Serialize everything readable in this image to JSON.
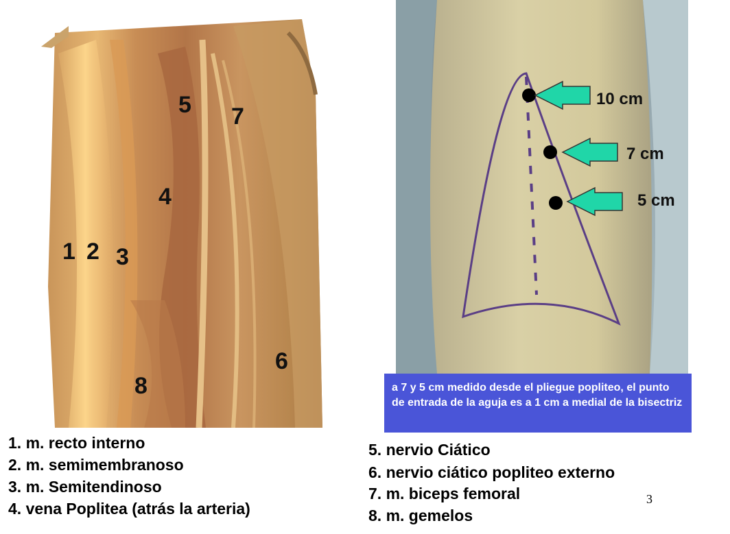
{
  "anatomy_labels": [
    "1",
    "2",
    "3",
    "4",
    "5",
    "6",
    "7",
    "8"
  ],
  "distance_labels": [
    "10 cm",
    "7 cm",
    "5 cm"
  ],
  "note": "a 7 y 5 cm medido desde el pliegue popliteo, el punto de entrada de la aguja es a 1 cm a medial de la bisectriz",
  "legend_left": [
    "1.  m. recto interno",
    "2.  m. semimembranoso",
    "3.  m. Semitendinoso",
    "4.  vena Poplitea (atrás la arteria)"
  ],
  "legend_right": [
    "5.  nervio Ciático",
    "6.   nervio ciático popliteo externo",
    "7.   m. biceps femoral",
    "8.   m. gemelos"
  ],
  "page_number": "3",
  "colors": {
    "note_background": "#4a55d8",
    "arrow_fill": "#20d6a8",
    "skin_marking": "#5a3e86"
  },
  "icons": [
    "arrow-left-icon",
    "entry-point-dot-icon"
  ]
}
